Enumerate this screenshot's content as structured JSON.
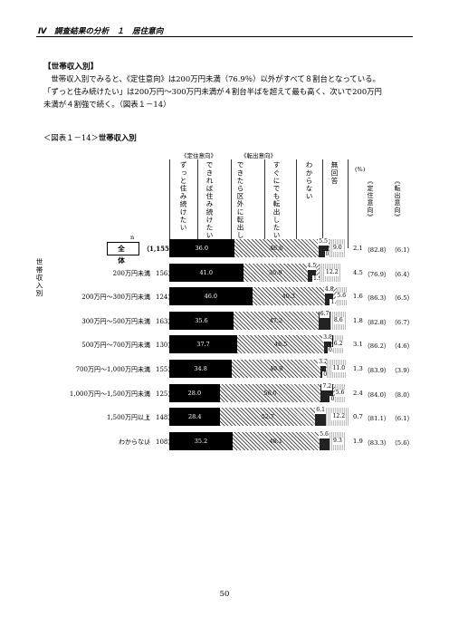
{
  "header": {
    "running_title": "Ⅳ　調査結果の分析　１　居住意向"
  },
  "section": {
    "title": "【世帯収入別】"
  },
  "paragraph": {
    "lines": [
      "　世帯収入別でみると、《定住意向》は200万円未満（76.9％）以外がすべて８割台となっている。",
      "「ずっと住み続けたい」は200万円～300万円未満が４割台半ばを超えて最も高く、次いで200万円",
      "未満が４割強で続く。（図表１－14）"
    ]
  },
  "figure": {
    "caption_prefix": "＜図表１－14＞",
    "caption_title": "世帯収入別"
  },
  "legend": {
    "group_teiju": "《定住意向》",
    "group_tenshutsu": "《転出意向》",
    "columns": [
      "ずっと住み続けたい",
      "できれば住み続けたい",
      "できたら区外に転出したい",
      "すぐにでも転出したい",
      "わからない",
      "無回答"
    ],
    "right_columns": [
      "《定住意向》",
      "《転出意向》"
    ],
    "unit": "(%)",
    "n_label": "n"
  },
  "side_label": "世帯収入別",
  "chart_data": {
    "type": "stacked-bar",
    "categories": [
      "全　体",
      "200万円未満",
      "200万円～300万円未満",
      "300万円～500万円未満",
      "500万円～700万円未満",
      "700万円～1,000万円未満",
      "1,000万円～1,500万円未満",
      "1,500万円以上",
      "わからない"
    ],
    "n": [
      "（1,155）",
      "（　156）",
      "（　124）",
      "（　163）",
      "（　130）",
      "（　155）",
      "（　125）",
      "（　148）",
      "（　108）"
    ],
    "series": [
      {
        "name": "ずっと住み続けたい",
        "values": [
          36.0,
          41.0,
          46.0,
          35.6,
          37.7,
          34.8,
          28.0,
          28.4,
          35.2
        ]
      },
      {
        "name": "できれば住み続けたい",
        "values": [
          46.8,
          35.9,
          40.3,
          47.2,
          48.5,
          49.0,
          56.0,
          52.7,
          48.1
        ]
      },
      {
        "name": "できたら区外に転出したい",
        "values": [
          5.5,
          4.5,
          4.8,
          6.7,
          3.8,
          3.2,
          7.2,
          6.1,
          5.6
        ]
      },
      {
        "name": "すぐにでも転出したい",
        "values": [
          0.7,
          1.9,
          1.6,
          0.0,
          0.8,
          0.6,
          0.8,
          0.0,
          0.0
        ]
      },
      {
        "name": "わからない",
        "values": [
          9.0,
          12.2,
          5.6,
          8.6,
          6.2,
          11.0,
          5.6,
          12.2,
          9.3
        ]
      },
      {
        "name": "無回答",
        "values": [
          2.1,
          4.5,
          1.6,
          1.8,
          3.1,
          1.3,
          2.4,
          0.7,
          1.9
        ]
      }
    ],
    "teiju": [
      "（82.8）",
      "（76.9）",
      "（86.3）",
      "（82.8）",
      "（86.2）",
      "（83.9）",
      "（84.0）",
      "（81.1）",
      "（83.3）"
    ],
    "tenshutsu": [
      "（6.1）",
      "（6.4）",
      "（6.5）",
      "（6.7）",
      "（4.6）",
      "（3.9）",
      "（8.0）",
      "（6.1）",
      "（5.6）"
    ],
    "xlim": [
      0,
      100
    ]
  },
  "page_number": "50"
}
